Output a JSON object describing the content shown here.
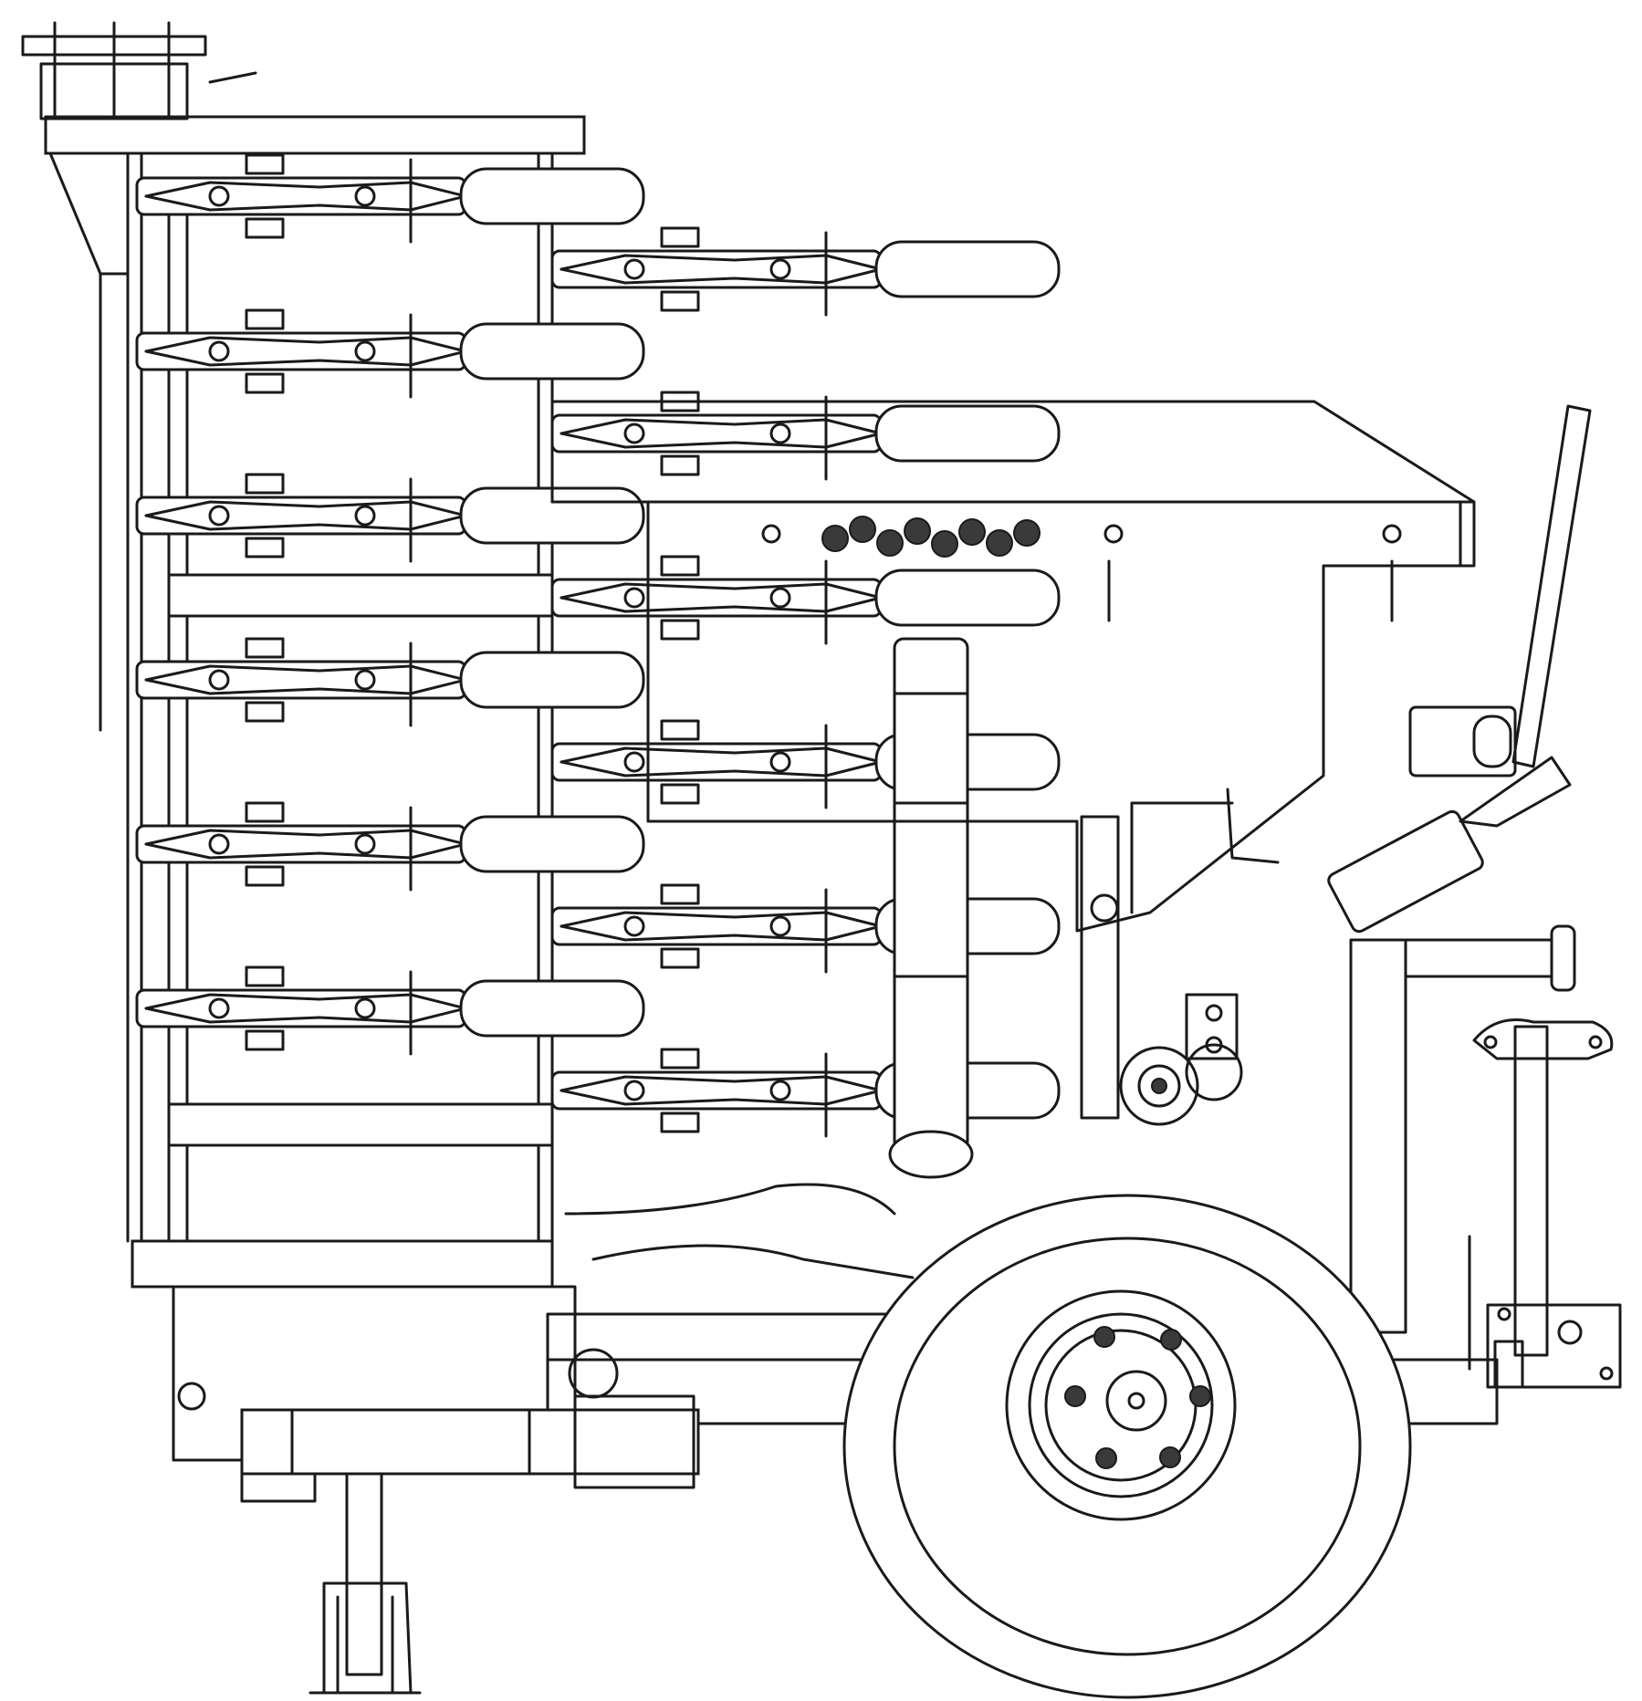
{
  "drawing": {
    "subject": "seed-drill-planter-side-view",
    "line_color": "#1a1a1a",
    "background_color": "#ffffff",
    "left_row_unit_count": 6,
    "right_row_unit_count": 6
  }
}
